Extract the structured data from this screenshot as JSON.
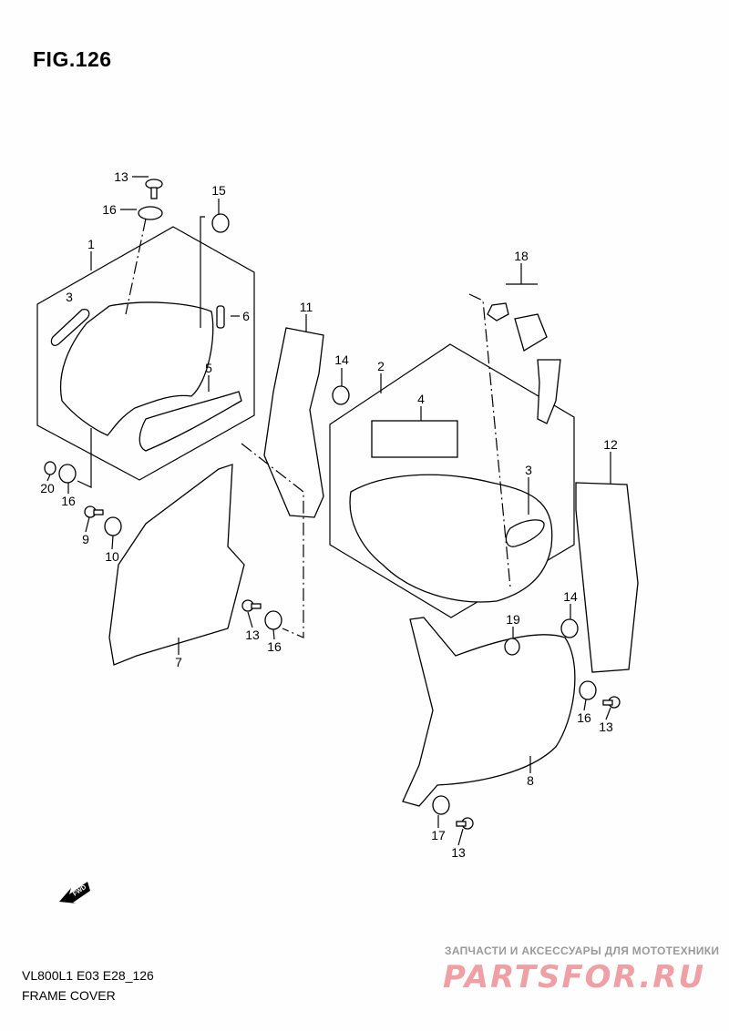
{
  "figure_title": "FIG.126",
  "model_code": "VL800L1 E03 E28_126",
  "section_name": "FRAME COVER",
  "fwd_label": "FWD",
  "watermark": {
    "subtitle": "ЗАПЧАСТИ И АКСЕССУАРЫ ДЛЯ МОТОТЕХНИКИ",
    "logo": "PARTSFOR.RU"
  },
  "callouts": [
    "13",
    "16",
    "15",
    "1",
    "3",
    "6",
    "5",
    "11",
    "14",
    "2",
    "4",
    "18",
    "3",
    "12",
    "20",
    "16",
    "9",
    "10",
    "7",
    "13",
    "16",
    "19",
    "14",
    "16",
    "13",
    "8",
    "17",
    "13"
  ]
}
